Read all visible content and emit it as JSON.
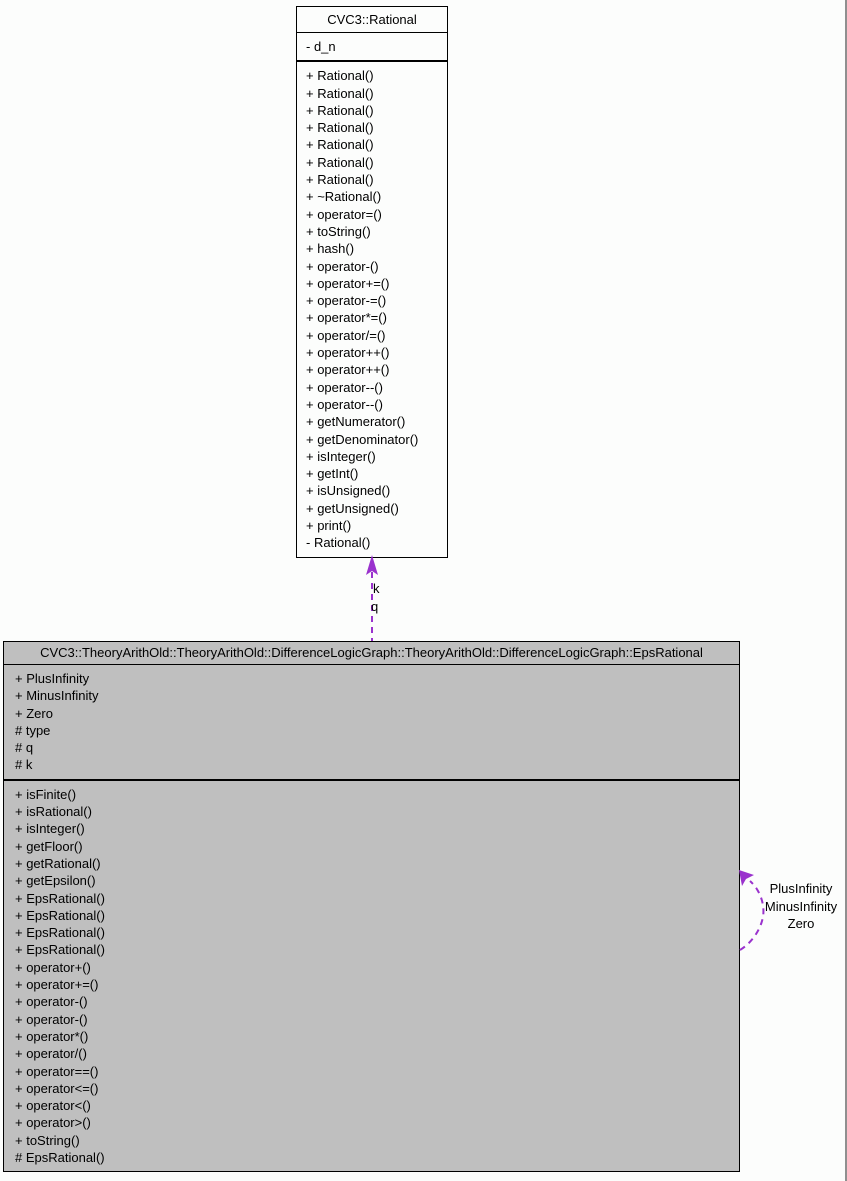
{
  "classes": {
    "rational": {
      "title": "CVC3::Rational",
      "attributes": [
        "- d_n"
      ],
      "methods": [
        "+ Rational()",
        "+ Rational()",
        "+ Rational()",
        "+ Rational()",
        "+ Rational()",
        "+ Rational()",
        "+ Rational()",
        "+ ~Rational()",
        "+ operator=()",
        "+ toString()",
        "+ hash()",
        "+ operator-()",
        "+ operator+=()",
        "+ operator-=()",
        "+ operator*=()",
        "+ operator/=()",
        "+ operator++()",
        "+ operator++()",
        "+ operator--()",
        "+ operator--()",
        "+ getNumerator()",
        "+ getDenominator()",
        "+ isInteger()",
        "+ getInt()",
        "+ isUnsigned()",
        "+ getUnsigned()",
        "+ print()",
        "- Rational()"
      ]
    },
    "eps_rational": {
      "title": "CVC3::TheoryArithOld::TheoryArithOld::DifferenceLogicGraph::TheoryArithOld::DifferenceLogicGraph::EpsRational",
      "attributes": [
        "+ PlusInfinity",
        "+ MinusInfinity",
        "+ Zero",
        "# type",
        "# q",
        "# k"
      ],
      "methods": [
        "+ isFinite()",
        "+ isRational()",
        "+ isInteger()",
        "+ getFloor()",
        "+ getRational()",
        "+ getEpsilon()",
        "+ EpsRational()",
        "+ EpsRational()",
        "+ EpsRational()",
        "+ EpsRational()",
        "+ operator+()",
        "+ operator+=()",
        "+ operator-()",
        "+ operator-()",
        "+ operator*()",
        "+ operator/()",
        "+ operator==()",
        "+ operator<=()",
        "+ operator<()",
        "+ operator>()",
        "+ toString()",
        "# EpsRational()"
      ]
    }
  },
  "edges": {
    "usage_kq": {
      "labels": [
        "k",
        "q"
      ]
    },
    "self_loop": {
      "labels": [
        "PlusInfinity",
        "MinusInfinity",
        "Zero"
      ]
    }
  },
  "colors": {
    "edge": "#9a32cd",
    "class_fill_highlight": "#bfbfbf",
    "class_fill": "#fcfdfc",
    "border": "#000000"
  }
}
